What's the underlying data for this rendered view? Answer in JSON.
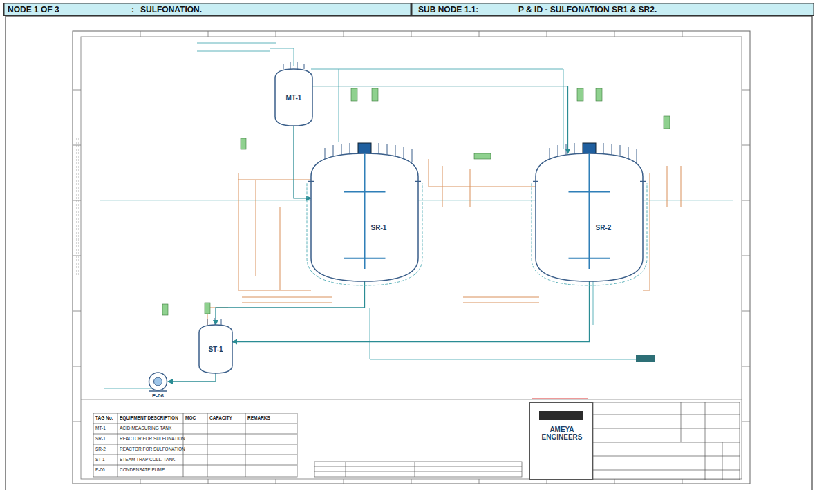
{
  "diagram": {
    "nodes": [
      {
        "text": [
          "NODE 1 OF 3",
          ":",
          "SULFONATION."
        ]
      },
      {
        "text": [
          "SUB NODE 1.1:",
          "P & ID - SULFONATION SR1 & SR2."
        ]
      },
      {
        "text": [
          "MT-1"
        ]
      },
      {
        "text": [
          "SR-1"
        ]
      },
      {
        "text": [
          "SR-2"
        ]
      },
      {
        "text": [
          "ST-1"
        ]
      },
      {
        "text": [
          "P-06"
        ]
      },
      {
        "text": [
          "AMEYA ENGINEERS"
        ]
      }
    ],
    "edges": [
      {
        "from": 2,
        "to": 3,
        "arrow": "to"
      },
      {
        "from": 2,
        "to": 4,
        "arrow": "to"
      },
      {
        "from": 3,
        "to": 5,
        "arrow": "to"
      },
      {
        "from": 4,
        "to": 5,
        "arrow": "to"
      },
      {
        "from": 5,
        "to": 6,
        "arrow": "to"
      }
    ],
    "labels": [
      "TAG No.",
      "EQUIPMENT DESCRIPTION",
      "MOC",
      "CAPACITY",
      "REMARKS",
      "MT-1",
      "ACID MEASURING TANK",
      "SR-1",
      "REACTOR FOR SULFONATION",
      "SR-2",
      "REACTOR FOR SULFONATION",
      "ST-1",
      "STEAM TRAP COLL. TANK",
      "P-06",
      "CONDENSATE PUMP"
    ]
  }
}
